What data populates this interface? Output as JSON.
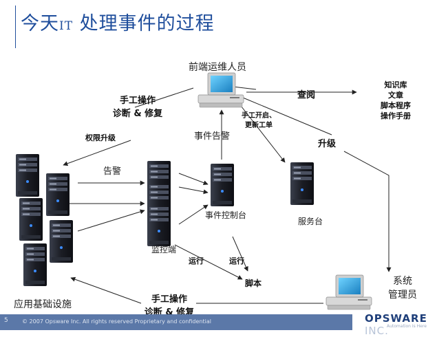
{
  "slide": {
    "title_prefix": "今天",
    "title_it": "IT",
    "title_suffix": " 处理事件的过程",
    "page_number": "5",
    "footer_text": "© 2007 Opsware Inc. All rights reserved    Proprietary and confidential",
    "brand_logo": "OPSWARE",
    "brand_inc": "INC.",
    "brand_tagline": "Automation Is Here"
  },
  "nodes": {
    "frontline_staff": "前端运维人员",
    "knowledge_base": [
      "知识库",
      "文章",
      "脚本程序",
      "操作手册"
    ],
    "event_console": "事件控制台",
    "service_desk": "服务台",
    "monitoring": "监控端",
    "infrastructure": "应用基础设施",
    "sysadmin": [
      "系统",
      "管理员"
    ],
    "script": "脚本"
  },
  "edges": {
    "manual_ops_top": [
      "手工操作",
      "诊断 & 修复"
    ],
    "escalate_privilege": "权限升级",
    "lookup": "查阅",
    "ticket": [
      "手工开启、",
      "更新工单"
    ],
    "event_alert": "事件告警",
    "alarm": "告警",
    "upgrade": "升级",
    "run_left": "运行",
    "run_right": "运行",
    "manual_ops_bottom": [
      "手工操作",
      "诊断 & 修复"
    ]
  },
  "colors": {
    "title": "#1f4e9c",
    "footer": "#5b78a8",
    "server_body": "#1b1d24",
    "monitor_screen": "#1aa0e0"
  },
  "icons": {
    "server": "tower-server-icon",
    "workstation": "desktop-computer-icon"
  }
}
